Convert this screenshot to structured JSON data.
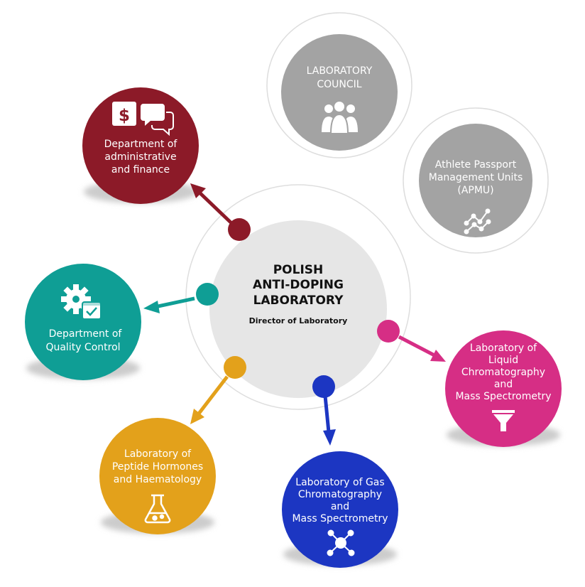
{
  "center": {
    "title_lines": [
      "POLISH",
      "ANTI-DOPING",
      "LABORATORY"
    ],
    "subtitle": "Director of Laboratory"
  },
  "units": {
    "lab_council": {
      "lines": [
        "LABORATORY",
        "COUNCIL"
      ],
      "color": "#a3a3a3",
      "icon": "people-group-icon"
    },
    "apmu": {
      "lines": [
        "Athlete Passport",
        "Management Units",
        "(APMU)"
      ],
      "color": "#a3a3a3",
      "icon": "chart-graph-icon"
    },
    "admin_finance": {
      "lines": [
        "Department of",
        "administrative",
        "and finance"
      ],
      "color": "#8c1a28",
      "icon": "dollar-chat-icon"
    },
    "quality": {
      "lines": [
        "Department of",
        "Quality Control"
      ],
      "color": "#0f9e95",
      "icon": "gear-check-icon"
    },
    "peptide": {
      "lines": [
        "Laboratory of",
        "Peptide Hormones",
        "and Haematology"
      ],
      "color": "#e3a11b",
      "icon": "flask-icon"
    },
    "gas": {
      "lines": [
        "Laboratory of Gas",
        "Chromatography",
        "and",
        "Mass Spectrometry"
      ],
      "color": "#1c36c2",
      "icon": "molecule-icon"
    },
    "liquid": {
      "lines": [
        "Laboratory of",
        "Liquid",
        "Chromatography",
        "and",
        "Mass Spectrometry"
      ],
      "color": "#d62e85",
      "icon": "funnel-icon"
    }
  }
}
